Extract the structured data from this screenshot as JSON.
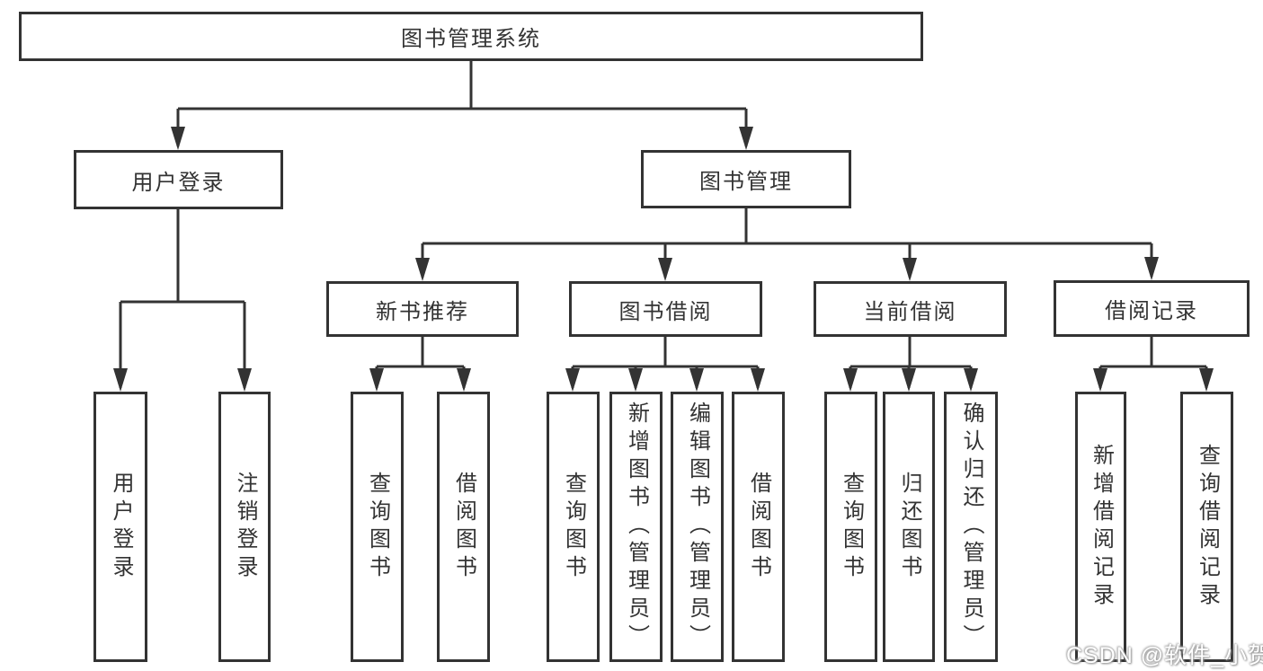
{
  "root": {
    "label": "图书管理系统"
  },
  "level2": {
    "user_login": "用户登录",
    "book_mgmt": "图书管理"
  },
  "level3": {
    "new_books": "新书推荐",
    "borrow": "图书借阅",
    "current": "当前借阅",
    "records": "借阅记录"
  },
  "leaves": {
    "user_login": [
      "用户登录",
      "注销登录"
    ],
    "new_books": [
      "查询图书",
      "借阅图书"
    ],
    "borrow": [
      "查询图书",
      "新增图书（管理员）",
      "编辑图书（管理员）",
      "借阅图书"
    ],
    "current": [
      "查询图书",
      "归还图书",
      "确认归还（管理员）"
    ],
    "records": [
      "新增借阅记录",
      "查询借阅记录"
    ]
  },
  "watermark": "CSDN @软件_小贺同学",
  "colors": {
    "line": "#333333",
    "text": "#333333",
    "background": "#ffffff",
    "watermark_text": "#ffffff"
  }
}
